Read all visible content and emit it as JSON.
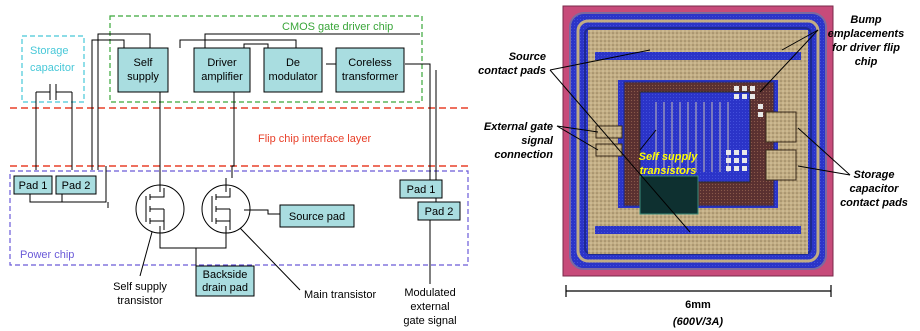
{
  "schematic": {
    "cmos_chip_label": "CMOS gate driver chip",
    "storage_label_line1": "Storage",
    "storage_label_line2": "capacitor",
    "flip_chip_label": "Flip chip interface layer",
    "power_chip_label": "Power chip",
    "blocks": {
      "self_supply": [
        "Self",
        "supply"
      ],
      "driver_amplifier": [
        "Driver",
        "amplifier"
      ],
      "demodulator": [
        "De",
        "modulator"
      ],
      "coreless_transformer": [
        "Coreless",
        "transformer"
      ],
      "pad1_left": "Pad 1",
      "pad2_left": "Pad 2",
      "pad1_right": "Pad 1",
      "pad2_right": "Pad 2",
      "source_pad": "Source pad",
      "backside_drain_pad": [
        "Backside",
        "drain pad"
      ]
    },
    "annotations": {
      "self_supply_transistor": [
        "Self supply",
        "transistor"
      ],
      "main_transistor": "Main transistor",
      "modulated_signal": [
        "Modulated",
        "external",
        "gate signal"
      ]
    },
    "colors": {
      "block_fill": "#a9dde0",
      "cmos_border": "#3aa63a",
      "storage_border": "#48c8d8",
      "flip_chip_red": "#e8402a",
      "power_border": "#6a5ad8",
      "power_label": "#6a5ad8"
    }
  },
  "chip_photo": {
    "labels": {
      "source_contact_pads": [
        "Source",
        "contact pads"
      ],
      "external_gate": [
        "External gate",
        "signal",
        "connection"
      ],
      "self_supply_transistors": [
        "Self supply",
        "transistors"
      ],
      "bump_emplacements": [
        "Bump",
        "emplacements",
        "for driver flip",
        "chip"
      ],
      "storage_contact_pads": [
        "Storage",
        "capacitor",
        "contact pads"
      ]
    },
    "scale_label": "6mm",
    "rating_label": "(600V/3A)",
    "colors": {
      "die_border": "#c74b7a",
      "die_blue": "#2b34c8",
      "pad_gold": "#c2ad84",
      "highlight_text": "#ffff00"
    }
  }
}
